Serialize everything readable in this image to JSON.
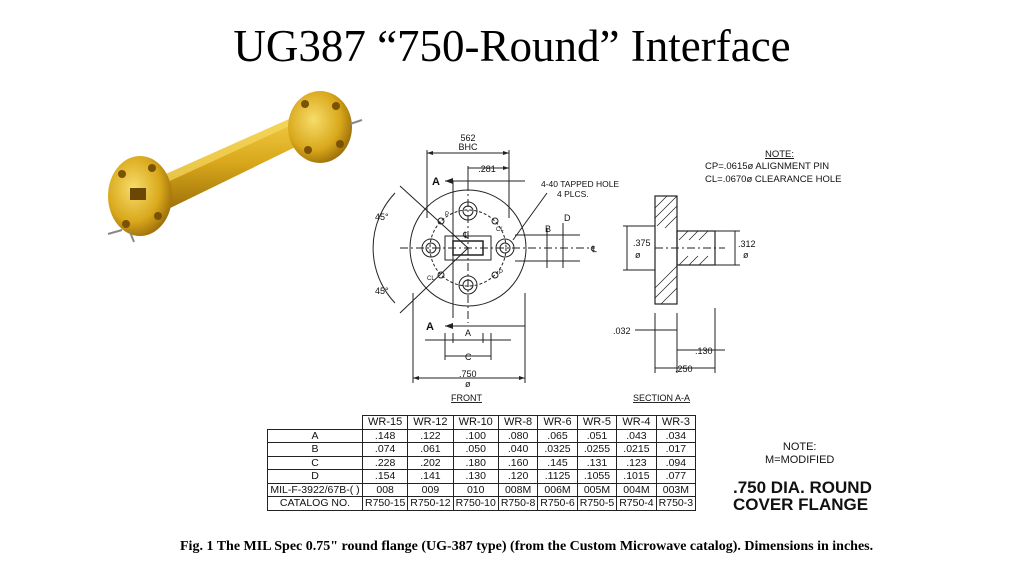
{
  "slide": {
    "title": "UG387 “750-Round” Interface",
    "caption": "Fig. 1 The MIL Spec 0.75\" round flange (UG-387 type)  (from the Custom Microwave catalog).  Dimensions in inches."
  },
  "drawing": {
    "bhc_value": "562",
    "bhc_label": "BHC",
    "dim_281": ".281",
    "section_marker": "A",
    "tapped_hole_line1": "4-40 TAPPED HOLE",
    "tapped_hole_line2": "4 PLCS.",
    "angle_top": "45°",
    "angle_bottom": "45°",
    "pin_p": "P",
    "pin_cl": "CL",
    "center_symbol": "℄",
    "dim_b": "B",
    "dim_d": "D",
    "dim_c": "C",
    "dim_750": ".750",
    "dia_symbol": "ø",
    "front_label": "FRONT",
    "section_label": "SECTION A-A",
    "dim_375": ".375",
    "dim_312": ".312",
    "dim_032": ".032",
    "dim_130": ".130",
    "dim_250": ".250",
    "note_title": "NOTE:",
    "note_line1": "CP=.0615ø  ALIGNMENT PIN",
    "note_line2": "CL=.0670ø  CLEARANCE HOLE"
  },
  "table": {
    "columns": [
      "WR-15",
      "WR-12",
      "WR-10",
      "WR-8",
      "WR-6",
      "WR-5",
      "WR-4",
      "WR-3"
    ],
    "rows": [
      {
        "label": "A",
        "values": [
          ".148",
          ".122",
          ".100",
          ".080",
          ".065",
          ".051",
          ".043",
          ".034"
        ]
      },
      {
        "label": "B",
        "values": [
          ".074",
          ".061",
          ".050",
          ".040",
          ".0325",
          ".0255",
          ".0215",
          ".017"
        ]
      },
      {
        "label": "C",
        "values": [
          ".228",
          ".202",
          ".180",
          ".160",
          ".145",
          ".131",
          ".123",
          ".094"
        ]
      },
      {
        "label": "D",
        "values": [
          ".154",
          ".141",
          ".130",
          ".120",
          ".1125",
          ".1055",
          ".1015",
          ".077"
        ]
      },
      {
        "label": "MIL-F-3922/67B-( )",
        "values": [
          "008",
          "009",
          "010",
          "008M",
          "006M",
          "005M",
          "004M",
          "003M"
        ]
      },
      {
        "label": "CATALOG NO.",
        "values": [
          "R750-15",
          "R750-12",
          "R750-10",
          "R750-8",
          "R750-6",
          "R750-5",
          "R750-4",
          "R750-3"
        ]
      }
    ]
  },
  "note2": {
    "title": "NOTE:",
    "text": "M=MODIFIED"
  },
  "flange_title": {
    "line1": ".750 DIA. ROUND",
    "line2": "COVER FLANGE"
  },
  "colors": {
    "gold": "#d9a81c",
    "gold_dark": "#a87a0a",
    "line": "#222222"
  }
}
